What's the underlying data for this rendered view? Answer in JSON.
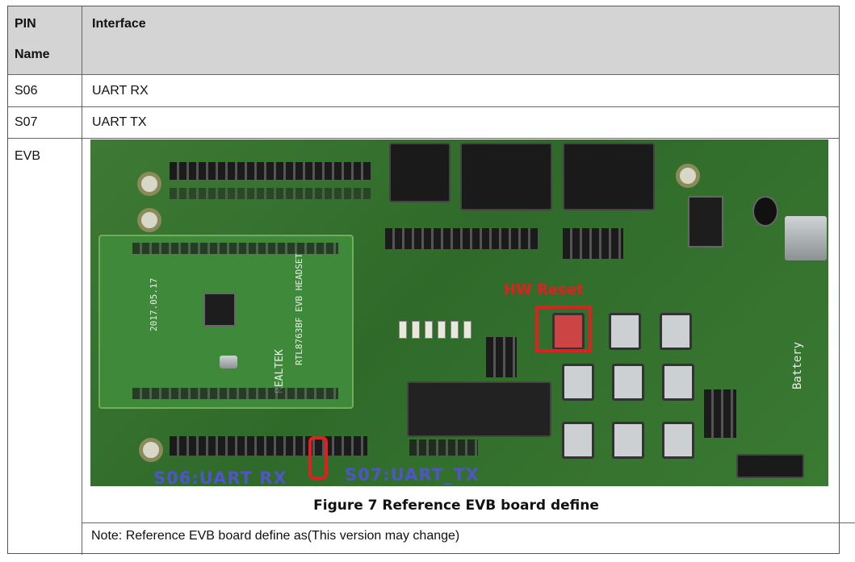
{
  "table": {
    "header": {
      "col1_line1": "PIN",
      "col1_line2": "Name",
      "col2": "Interface"
    },
    "rows": [
      {
        "pin": "S06",
        "interface": "UART RX"
      },
      {
        "pin": "S07",
        "interface": "UART TX"
      },
      {
        "pin": "EVB"
      }
    ]
  },
  "figure": {
    "caption": "Figure 7 Reference EVB board define",
    "hw_reset_label": "HW Reset",
    "rx_label": "S06:UART  RX",
    "tx_label": "S07:UART_TX",
    "board_silk": {
      "module_text": "RTL8763BF EVB HEADSET",
      "brand": "REALTEK",
      "date": "2017.05.17",
      "battery": "Battery"
    }
  },
  "note": "Note: Reference EVB board define as(This version may change)",
  "colors": {
    "header_bg": "#d4d4d4",
    "annotation_red": "#e02020",
    "annotation_blue": "#4f55c8",
    "pcb_green": "#2e6b2a"
  }
}
